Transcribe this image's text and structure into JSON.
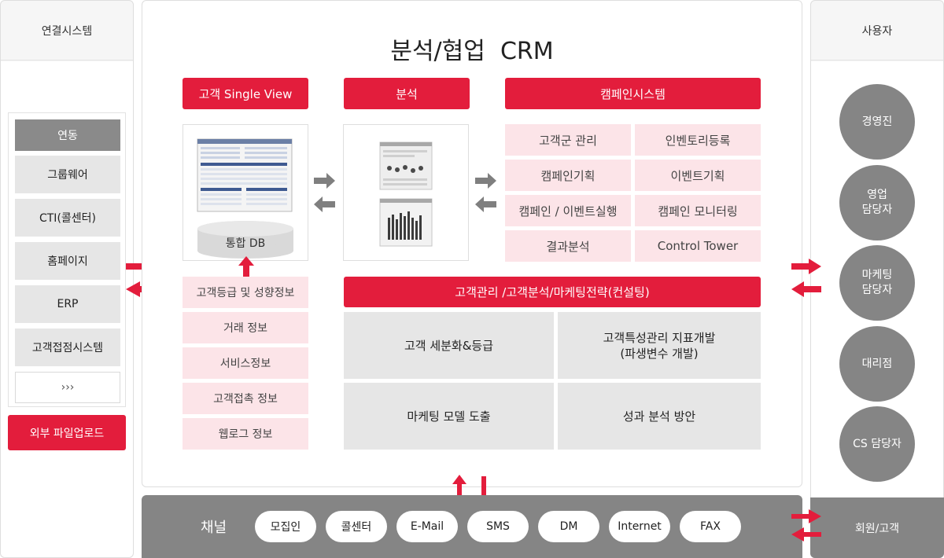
{
  "left_panel": {
    "header": "연결시스템",
    "items_head": "연동",
    "items": [
      "그룹웨어",
      "CTI(콜센터)",
      "홈페이지",
      "ERP",
      "고객접점시스템"
    ],
    "more": "›››",
    "upload_button": "외부 파일업로드"
  },
  "main": {
    "title": "분석/협업  CRM",
    "single_view": {
      "label": "고객 Single View",
      "db_label": "통합 DB",
      "info_items": [
        "고객등급 및 성향정보",
        "거래 정보",
        "서비스정보",
        "고객접촉 정보",
        "웹로그 정보"
      ]
    },
    "analysis": {
      "label": "분석"
    },
    "campaign": {
      "label": "캠페인시스템",
      "items": [
        "고객군 관리",
        "인벤토리등록",
        "캠페인기획",
        "이벤트기획",
        "캠페인 / 이벤트실행",
        "캠페인 모니터링",
        "결과분석",
        "Control Tower"
      ]
    },
    "consulting": {
      "label": "고객관리 /고객분석/마케팅전략(컨설팅)",
      "items": [
        "고객 세분화&등급",
        "고객특성관리 지표개발\n(파생변수 개발)",
        "마케팅 모델 도출",
        "성과 분석 방안"
      ]
    }
  },
  "right_panel": {
    "header": "사용자",
    "users": [
      "경영진",
      "영업\n담당자",
      "마케팅\n담당자",
      "대리점",
      "CS 담당자"
    ],
    "member_label": "회원/고객"
  },
  "channel": {
    "label": "채널",
    "items": [
      "모집인",
      "콜센터",
      "E-Mail",
      "SMS",
      "DM",
      "Internet",
      "FAX"
    ]
  },
  "colors": {
    "accent": "#e31d3c",
    "pink": "#fce4e8",
    "gray": "#e6e6e6",
    "dark_gray": "#858585"
  }
}
